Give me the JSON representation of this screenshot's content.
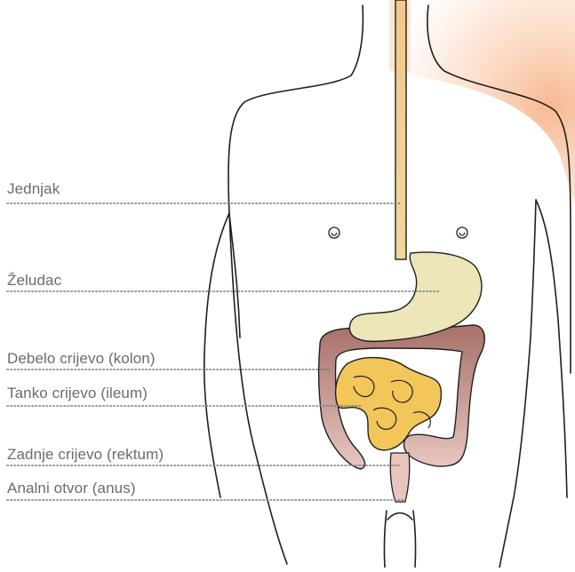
{
  "labels": [
    {
      "key": "esophagus",
      "text": "Jednjak"
    },
    {
      "key": "stomach",
      "text": "Želudac"
    },
    {
      "key": "colon",
      "text": "Debelo crijevo (kolon)"
    },
    {
      "key": "small_intestine",
      "text": "Tanko crijevo (ileum)"
    },
    {
      "key": "rectum",
      "text": "Zadnje crijevo (rektum)"
    },
    {
      "key": "anus",
      "text": "Analni otvor (anus)"
    }
  ],
  "colors": {
    "label_text": "#6b6b6b",
    "leader_line": "#7a7a7a",
    "outline": "#1f1f1f",
    "esophagus": "#f0c27a",
    "stomach": "#ece6b8",
    "small_intestine": "#f2c659",
    "colon": "#b9857c",
    "shoulder_glow": "#f7b48a"
  }
}
